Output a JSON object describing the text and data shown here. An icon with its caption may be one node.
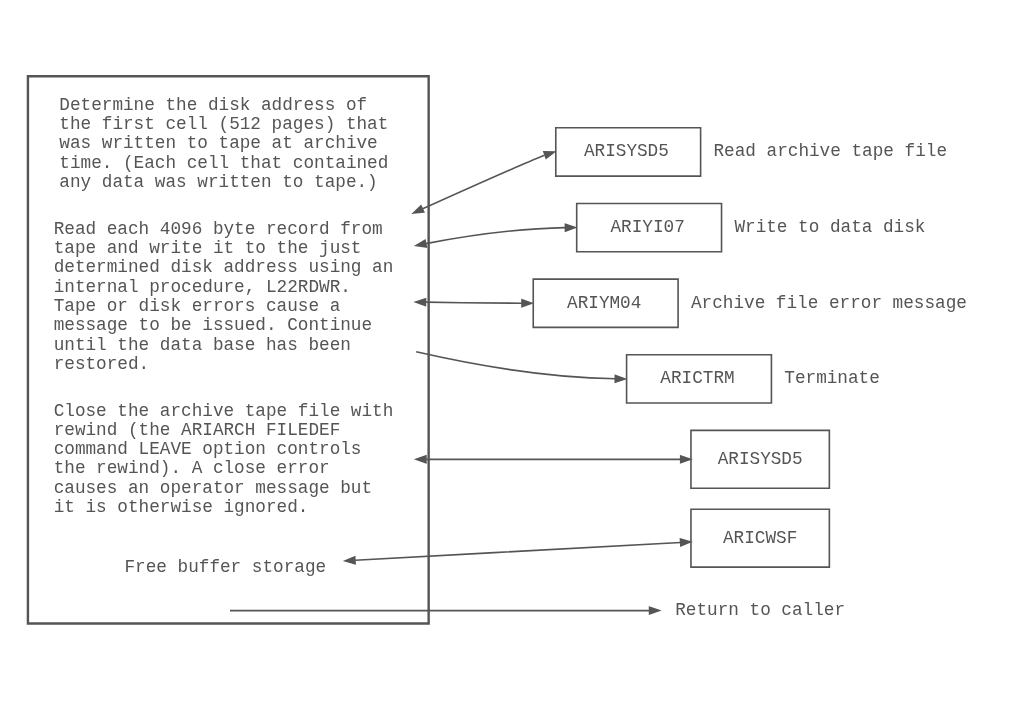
{
  "diagram": {
    "nodes": [
      {
        "text": [],
        "shape": "box"
      },
      {
        "text": [
          "Determine the disk address of the first cell (512 pages) that was written to tape at archive time. (Each cell that contained any data was written to tape.)"
        ],
        "in": 0
      },
      {
        "text": [
          "Read each 4096 byte record from tape and write it to the just determined disk address using an internal procedure, L22RDWR. Tape or disk errors cause a message to be issued. Continue until the data base has been restored."
        ],
        "in": 0
      },
      {
        "text": [
          "Close the archive tape file with rewind (the ARIARCH FILEDEF command LEAVE option controls the rewind). A close error causes an operator message but it is otherwise ignored."
        ],
        "in": 0
      },
      {
        "text": [
          "Free buffer storage"
        ],
        "in": 0
      },
      {
        "text": [
          "ARISYSD5"
        ],
        "beside": [
          "Read archive tape file"
        ]
      },
      {
        "text": [
          "ARIYI07"
        ],
        "beside": [
          "Write to data disk"
        ]
      },
      {
        "text": [
          "ARIYM04"
        ],
        "beside": [
          "Archive file error message"
        ]
      },
      {
        "text": [
          "ARICTRM"
        ],
        "beside": [
          "Terminate"
        ]
      },
      {
        "text": [
          "ARISYSD5"
        ]
      },
      {
        "text": [
          "ARICWSF"
        ]
      },
      {
        "text": [
          "Return to caller"
        ]
      }
    ],
    "edges": [
      {
        "from": 2,
        "to": 5,
        "arrow": "both"
      },
      {
        "from": 2,
        "to": 6,
        "arrow": "both"
      },
      {
        "from": 2,
        "to": 7,
        "arrow": "both"
      },
      {
        "from": 2,
        "to": 8,
        "arrow": "to"
      },
      {
        "from": 3,
        "to": 9,
        "arrow": "both"
      },
      {
        "from": 4,
        "to": 10,
        "arrow": "both"
      },
      {
        "from": null,
        "to": 11,
        "arrow": "to"
      }
    ]
  }
}
